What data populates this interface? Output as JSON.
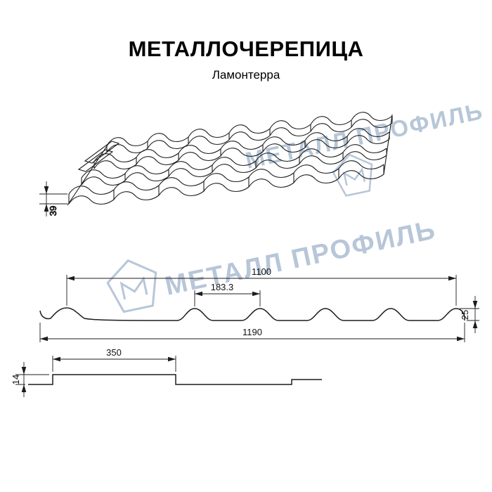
{
  "header": {
    "title": "МЕТАЛЛОЧЕРЕПИЦА",
    "subtitle": "Ламонтерра"
  },
  "watermark": {
    "text": "МЕТАЛЛ ПРОФИЛЬ",
    "color": "#b7c6d8"
  },
  "perspective_view": {
    "edge_height": "39"
  },
  "cross_section": {
    "cover_width": "1100",
    "wave_pitch": "183.3",
    "profile_height": "25",
    "full_width": "1190"
  },
  "overlap_section": {
    "module_length": "350",
    "step_height": "14"
  },
  "colors": {
    "line": "#1c1c1c"
  }
}
